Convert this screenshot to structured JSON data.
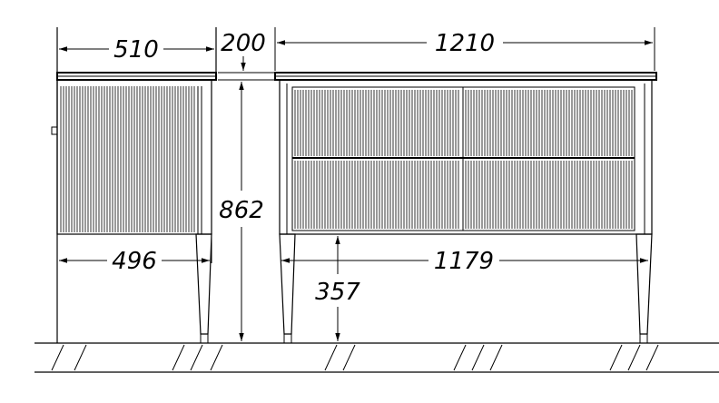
{
  "dimensions": {
    "side_depth_top": "510",
    "top_thickness": "200",
    "front_width_top": "1210",
    "total_height": "862",
    "side_depth_bottom": "496",
    "front_width_bottom": "1179",
    "leg_height": "357"
  },
  "colors": {
    "line": "#000000",
    "background": "#ffffff"
  }
}
